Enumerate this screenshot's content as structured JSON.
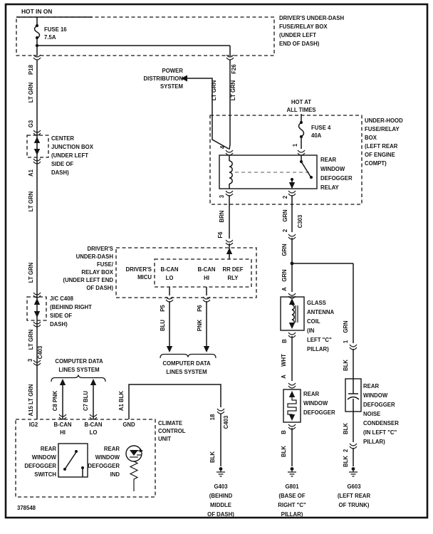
{
  "fig": "378548",
  "tl": {
    "hot_in_on": "HOT IN ON",
    "fuse": "FUSE 16",
    "fuse_rating": "7.5A",
    "p18": "P18",
    "f26": "F26",
    "wire1": "LT GRN",
    "wire_pd": "LT GRN",
    "wire_f26": "LT GRN",
    "box": [
      "DRIVER'S UNDER-DASH",
      "FUSE/RELAY BOX",
      "(UNDER LEFT",
      "END OF DASH)"
    ]
  },
  "pd": {
    "l1": "POWER",
    "l2": "DISTRIBUTION",
    "l3": "SYSTEM"
  },
  "cj": {
    "g3": "G3",
    "a1": "A1",
    "wire": "LT GRN",
    "label": [
      "CENTER",
      "JUNCTION BOX",
      "(UNDER LEFT",
      "SIDE OF",
      "DASH)"
    ]
  },
  "jc": {
    "label": [
      "J/C C408",
      "(BEHIND RIGHT",
      "SIDE OF",
      "DASH)"
    ],
    "wire_above": "LT GRN",
    "wire_below": "LT GRN",
    "pin": "3",
    "conn": "C403",
    "wire2": "A15  LT GRN"
  },
  "uh": {
    "hot1": "HOT AT",
    "hot2": "ALL TIMES",
    "fuse": "FUSE 4",
    "fuse_rating": "40A",
    "pin_fuse": "1",
    "box": [
      "UNDER-HOOD",
      "FUSE/RELAY",
      "BOX",
      "(LEFT REAR",
      "OF ENGINE",
      "COMPT)"
    ],
    "relay": [
      "REAR",
      "WINDOW",
      "DEFOGGER",
      "RELAY"
    ],
    "pin4": "4",
    "pin3": "3",
    "pin2": "2"
  },
  "rly_out": {
    "wire_brn": "BRN",
    "conn_f6": "F6",
    "wire_grn": "GRN",
    "pin": "2",
    "conn": "C303",
    "wire_grn2": "GRN"
  },
  "db": {
    "box": [
      "DRIVER'S",
      "UNDER-DASH",
      "FUSE/",
      "RELAY BOX",
      "(UNDER LEFT END",
      "OF DASH)"
    ],
    "micu1": "DRIVER'S",
    "micu2": "MICU",
    "lo1": "B-CAN",
    "lo2": "LO",
    "hi1": "B-CAN",
    "hi2": "HI",
    "rr1": "RR DEF",
    "rr2": "RLY",
    "p5": "P5",
    "blu": "BLU",
    "p6": "P6",
    "pnk": "PNK",
    "cdl1": "COMPUTER DATA",
    "cdl2": "LINES SYSTEM"
  },
  "cc": {
    "cdl1": "COMPUTER DATA",
    "cdl2": "LINES SYSTEM",
    "w_hi": "C8 PNK",
    "w_lo": "C7 BLU",
    "w_gnd": "A1 BLK",
    "ig2": "IG2",
    "hi1": "B-CAN",
    "hi2": "HI",
    "lo1": "B-CAN",
    "lo2": "LO",
    "gnd": "GND",
    "unit": [
      "CLIMATE",
      "CONTROL",
      "UNIT"
    ],
    "sw": [
      "REAR",
      "WINDOW",
      "DEFOGGER",
      "SWITCH"
    ],
    "ind": [
      "REAR",
      "WINDOW",
      "DEFOGGER",
      "IND"
    ]
  },
  "g403": {
    "pin": "18",
    "conn": "C403",
    "wire": "BLK",
    "name": "G403",
    "loc": [
      "(BEHIND",
      "MIDDLE",
      "OF DASH)"
    ]
  },
  "ant": {
    "pin_a": "A",
    "wire": "GRN",
    "label": [
      "GLASS",
      "ANTENNA",
      "COIL",
      "(IN",
      "LEFT \"C\"",
      "PILLAR)"
    ],
    "pin_b": "B",
    "wire_out": "WHT"
  },
  "def": {
    "pin_a": "A",
    "label": [
      "REAR",
      "WINDOW",
      "DEFOGGER"
    ],
    "pin_b": "B",
    "wire": "BLK",
    "gname": "G801",
    "gloc": [
      "(BASE OF",
      "RIGHT \"C\"",
      "PILLAR)"
    ]
  },
  "cond": {
    "wire_in": "GRN",
    "pin_in": "1",
    "wire_blk": "BLK",
    "label": [
      "REAR",
      "WINDOW",
      "DEFOGGER",
      "NOISE",
      "CONDENSER",
      "(IN LEFT \"C\"",
      "PILLAR)"
    ],
    "wire_out": "BLK",
    "pin_out": "2",
    "wire_g": "BLK",
    "gname": "G603",
    "gloc": [
      "(LEFT REAR",
      "OF TRUNK)"
    ]
  }
}
